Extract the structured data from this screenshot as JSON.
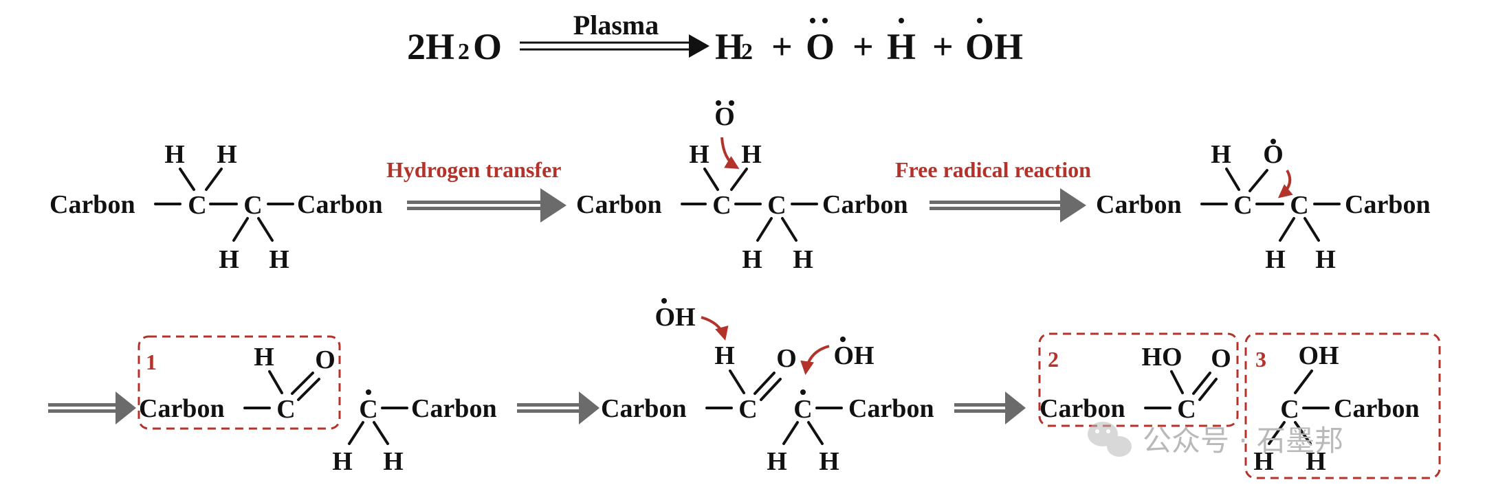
{
  "equation": {
    "reactant": "2H2O",
    "reactant_parts": [
      "2H",
      "2",
      "O"
    ],
    "condition": "Plasma",
    "products_parts": [
      "H",
      "2",
      "+",
      "O",
      "+",
      "H",
      "+",
      "OH"
    ]
  },
  "labels": {
    "hydrogen_transfer": "Hydrogen transfer",
    "free_radical_reaction": "Free radical reaction"
  },
  "atoms": {
    "carbon": "Carbon",
    "c": "C",
    "h": "H",
    "o": "O",
    "oh": "OH",
    "ho": "HO"
  },
  "boxes": {
    "box1": "1",
    "box2": "2",
    "box3": "3"
  },
  "watermark": {
    "text": "公众号 · 石墨邦"
  },
  "colors": {
    "text": "#111111",
    "accent_red": "#b3322a",
    "arrow_gray": "#6b6b6b",
    "watermark": "#b9b9b9"
  }
}
